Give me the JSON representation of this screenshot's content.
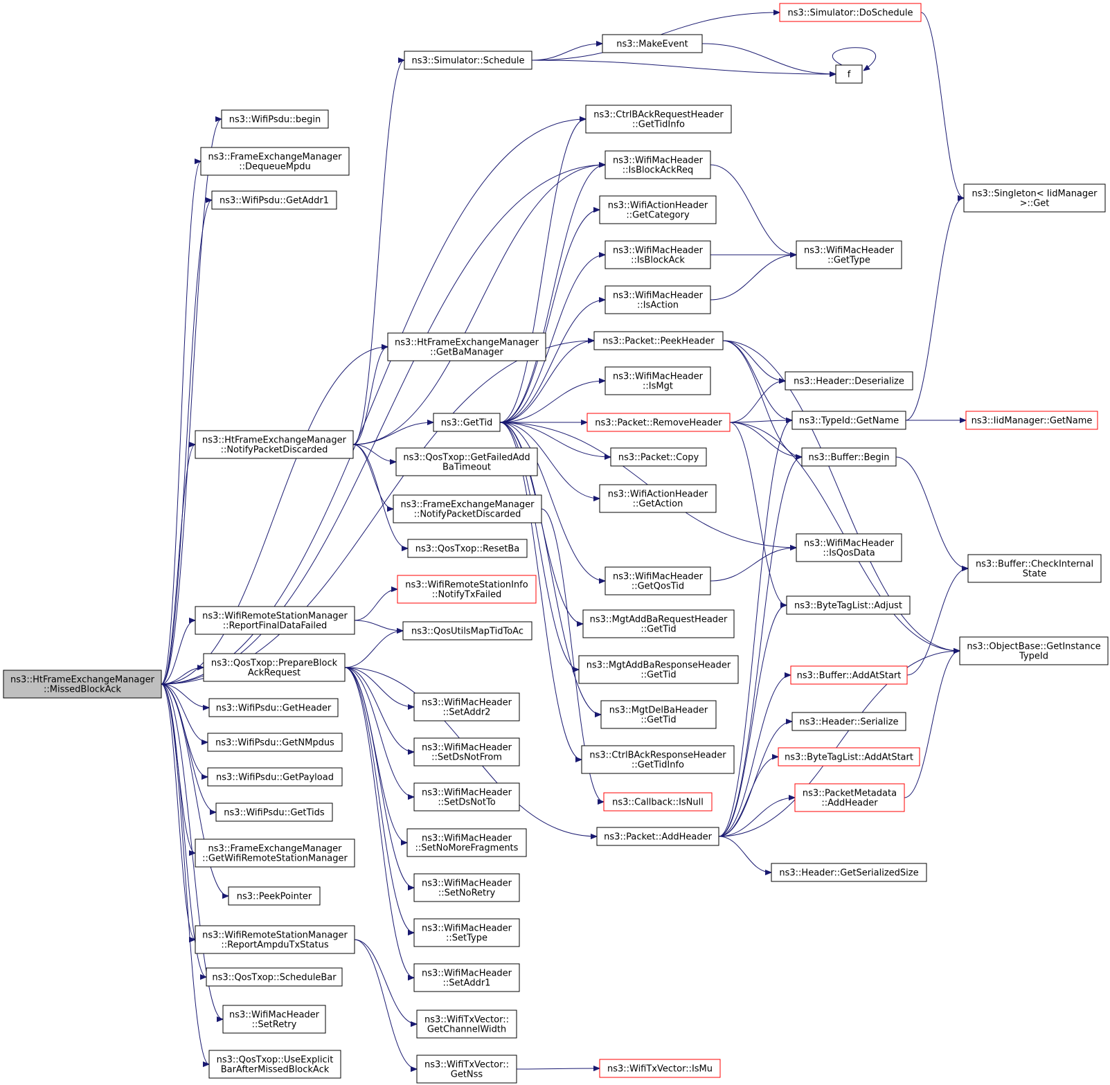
{
  "graph": {
    "root": "missed-block-ack",
    "colors": {
      "edge": "#191970",
      "normal_border": "#000000",
      "truncated_border": "#ff0000",
      "root_fill": "#bfbfbf",
      "node_fill": "#ffffff"
    },
    "nodes": [
      {
        "id": "missed-block-ack",
        "lines": [
          "ns3::HtFrameExchangeManager",
          "::MissedBlockAck"
        ],
        "style": "root"
      },
      {
        "id": "psdu-begin",
        "lines": [
          "ns3::WifiPsdu::begin"
        ],
        "style": "normal"
      },
      {
        "id": "fem-dequeue-mpdu",
        "lines": [
          "ns3::FrameExchangeManager",
          "::DequeueMpdu"
        ],
        "style": "normal"
      },
      {
        "id": "psdu-get-addr1",
        "lines": [
          "ns3::WifiPsdu::GetAddr1"
        ],
        "style": "normal"
      },
      {
        "id": "ctrl-bar-get-tid-info",
        "lines": [
          "ns3::CtrlBAckRequestHeader",
          "::GetTidInfo"
        ],
        "style": "normal"
      },
      {
        "id": "pkt-peek-header",
        "lines": [
          "ns3::Packet::PeekHeader"
        ],
        "style": "normal"
      },
      {
        "id": "htfem-get-ba-manager",
        "lines": [
          "ns3::HtFrameExchangeManager",
          "::GetBaManager"
        ],
        "style": "normal"
      },
      {
        "id": "htfem-notify-pkt-discarded",
        "lines": [
          "ns3::HtFrameExchangeManager",
          "::NotifyPacketDiscarded"
        ],
        "style": "normal"
      },
      {
        "id": "wrsm-report-final-data-failed",
        "lines": [
          "ns3::WifiRemoteStationManager",
          "::ReportFinalDataFailed"
        ],
        "style": "normal"
      },
      {
        "id": "qos-prepare-bar",
        "lines": [
          "ns3::QosTxop::PrepareBlock",
          "AckRequest"
        ],
        "style": "normal"
      },
      {
        "id": "psdu-get-header",
        "lines": [
          "ns3::WifiPsdu::GetHeader"
        ],
        "style": "normal"
      },
      {
        "id": "psdu-get-nmpdus",
        "lines": [
          "ns3::WifiPsdu::GetNMpdus"
        ],
        "style": "normal"
      },
      {
        "id": "psdu-get-payload",
        "lines": [
          "ns3::WifiPsdu::GetPayload"
        ],
        "style": "normal"
      },
      {
        "id": "psdu-get-tids",
        "lines": [
          "ns3::WifiPsdu::GetTids"
        ],
        "style": "normal"
      },
      {
        "id": "fem-get-wrsm",
        "lines": [
          "ns3::FrameExchangeManager",
          "::GetWifiRemoteStationManager"
        ],
        "style": "normal"
      },
      {
        "id": "peek-pointer",
        "lines": [
          "ns3::PeekPointer"
        ],
        "style": "normal"
      },
      {
        "id": "wrsm-report-ampdu-tx-status",
        "lines": [
          "ns3::WifiRemoteStationManager",
          "::ReportAmpduTxStatus"
        ],
        "style": "normal"
      },
      {
        "id": "qos-schedule-bar",
        "lines": [
          "ns3::QosTxop::ScheduleBar"
        ],
        "style": "normal"
      },
      {
        "id": "wmh-set-retry",
        "lines": [
          "ns3::WifiMacHeader",
          "::SetRetry"
        ],
        "style": "normal"
      },
      {
        "id": "qos-use-explicit-bar",
        "lines": [
          "ns3::QosTxop::UseExplicit",
          "BarAfterMissedBlockAck"
        ],
        "style": "normal"
      },
      {
        "id": "sim-schedule",
        "lines": [
          "ns3::Simulator::Schedule"
        ],
        "style": "normal"
      },
      {
        "id": "sim-do-schedule",
        "lines": [
          "ns3::Simulator::DoSchedule"
        ],
        "style": "truncated"
      },
      {
        "id": "make-event",
        "lines": [
          "ns3::MakeEvent"
        ],
        "style": "normal"
      },
      {
        "id": "f",
        "lines": [
          "f"
        ],
        "style": "normal"
      },
      {
        "id": "singleton-get",
        "lines": [
          "ns3::Singleton< IidManager",
          ">::Get"
        ],
        "style": "normal"
      },
      {
        "id": "wmh-is-block-ack-req",
        "lines": [
          "ns3::WifiMacHeader",
          "::IsBlockAckReq"
        ],
        "style": "normal"
      },
      {
        "id": "wah-get-category",
        "lines": [
          "ns3::WifiActionHeader",
          "::GetCategory"
        ],
        "style": "normal"
      },
      {
        "id": "wmh-is-block-ack",
        "lines": [
          "ns3::WifiMacHeader",
          "::IsBlockAck"
        ],
        "style": "normal"
      },
      {
        "id": "wmh-get-type",
        "lines": [
          "ns3::WifiMacHeader",
          "::GetType"
        ],
        "style": "normal"
      },
      {
        "id": "wmh-is-action",
        "lines": [
          "ns3::WifiMacHeader",
          "::IsAction"
        ],
        "style": "normal"
      },
      {
        "id": "wmh-is-mgt",
        "lines": [
          "ns3::WifiMacHeader",
          "::IsMgt"
        ],
        "style": "normal"
      },
      {
        "id": "header-deserialize",
        "lines": [
          "ns3::Header::Deserialize"
        ],
        "style": "normal"
      },
      {
        "id": "get-tid",
        "lines": [
          "ns3::GetTid"
        ],
        "style": "normal"
      },
      {
        "id": "pkt-remove-header",
        "lines": [
          "ns3::Packet::RemoveHeader"
        ],
        "style": "truncated"
      },
      {
        "id": "typeid-get-name",
        "lines": [
          "ns3::TypeId::GetName"
        ],
        "style": "normal"
      },
      {
        "id": "iid-get-name",
        "lines": [
          "ns3::IidManager::GetName"
        ],
        "style": "truncated"
      },
      {
        "id": "qos-get-failed-add-ba-timeout",
        "lines": [
          "ns3::QosTxop::GetFailedAdd",
          "BaTimeout"
        ],
        "style": "normal"
      },
      {
        "id": "pkt-copy",
        "lines": [
          "ns3::Packet::Copy"
        ],
        "style": "normal"
      },
      {
        "id": "buffer-begin",
        "lines": [
          "ns3::Buffer::Begin"
        ],
        "style": "normal"
      },
      {
        "id": "fem-notify-pkt-discarded",
        "lines": [
          "ns3::FrameExchangeManager",
          "::NotifyPacketDiscarded"
        ],
        "style": "normal"
      },
      {
        "id": "wah-get-action",
        "lines": [
          "ns3::WifiActionHeader",
          "::GetAction"
        ],
        "style": "normal"
      },
      {
        "id": "qos-reset-ba",
        "lines": [
          "ns3::QosTxop::ResetBa"
        ],
        "style": "normal"
      },
      {
        "id": "wmh-is-qos-data",
        "lines": [
          "ns3::WifiMacHeader",
          "::IsQosData"
        ],
        "style": "normal"
      },
      {
        "id": "buffer-check-internal-state",
        "lines": [
          "ns3::Buffer::CheckInternal",
          "State"
        ],
        "style": "normal"
      },
      {
        "id": "wmh-get-qos-tid",
        "lines": [
          "ns3::WifiMacHeader",
          "::GetQosTid"
        ],
        "style": "normal"
      },
      {
        "id": "wrsi-notify-tx-failed",
        "lines": [
          "ns3::WifiRemoteStationInfo",
          "::NotifyTxFailed"
        ],
        "style": "truncated"
      },
      {
        "id": "bytetaglist-adjust",
        "lines": [
          "ns3::ByteTagList::Adjust"
        ],
        "style": "normal"
      },
      {
        "id": "mgt-addba-req-get-tid",
        "lines": [
          "ns3::MgtAddBaRequestHeader",
          "::GetTid"
        ],
        "style": "normal"
      },
      {
        "id": "qos-utils-map-tid-to-ac",
        "lines": [
          "ns3::QosUtilsMapTidToAc"
        ],
        "style": "normal"
      },
      {
        "id": "objectbase-get-instance-typeid",
        "lines": [
          "ns3::ObjectBase::GetInstance",
          "TypeId"
        ],
        "style": "normal"
      },
      {
        "id": "mgt-addba-resp-get-tid",
        "lines": [
          "ns3::MgtAddBaResponseHeader",
          "::GetTid"
        ],
        "style": "normal"
      },
      {
        "id": "buffer-add-at-start",
        "lines": [
          "ns3::Buffer::AddAtStart"
        ],
        "style": "truncated"
      },
      {
        "id": "wmh-set-addr2",
        "lines": [
          "ns3::WifiMacHeader",
          "::SetAddr2"
        ],
        "style": "normal"
      },
      {
        "id": "mgt-delba-get-tid",
        "lines": [
          "ns3::MgtDelBaHeader",
          "::GetTid"
        ],
        "style": "normal"
      },
      {
        "id": "header-serialize",
        "lines": [
          "ns3::Header::Serialize"
        ],
        "style": "normal"
      },
      {
        "id": "wmh-set-ds-not-from",
        "lines": [
          "ns3::WifiMacHeader",
          "::SetDsNotFrom"
        ],
        "style": "normal"
      },
      {
        "id": "ctrl-ba-resp-get-tid-info",
        "lines": [
          "ns3::CtrlBAckResponseHeader",
          "::GetTidInfo"
        ],
        "style": "normal"
      },
      {
        "id": "bytetaglist-add-at-start",
        "lines": [
          "ns3::ByteTagList::AddAtStart"
        ],
        "style": "truncated"
      },
      {
        "id": "wmh-set-ds-not-to",
        "lines": [
          "ns3::WifiMacHeader",
          "::SetDsNotTo"
        ],
        "style": "normal"
      },
      {
        "id": "callback-is-null",
        "lines": [
          "ns3::Callback::IsNull"
        ],
        "style": "truncated"
      },
      {
        "id": "pkt-metadata-add-header",
        "lines": [
          "ns3::PacketMetadata",
          "::AddHeader"
        ],
        "style": "truncated"
      },
      {
        "id": "pkt-add-header",
        "lines": [
          "ns3::Packet::AddHeader"
        ],
        "style": "normal"
      },
      {
        "id": "wmh-set-no-more-fragments",
        "lines": [
          "ns3::WifiMacHeader",
          "::SetNoMoreFragments"
        ],
        "style": "normal"
      },
      {
        "id": "header-get-serialized-size",
        "lines": [
          "ns3::Header::GetSerializedSize"
        ],
        "style": "normal"
      },
      {
        "id": "wmh-set-no-retry",
        "lines": [
          "ns3::WifiMacHeader",
          "::SetNoRetry"
        ],
        "style": "normal"
      },
      {
        "id": "wmh-set-type",
        "lines": [
          "ns3::WifiMacHeader",
          "::SetType"
        ],
        "style": "normal"
      },
      {
        "id": "wmh-set-addr1",
        "lines": [
          "ns3::WifiMacHeader",
          "::SetAddr1"
        ],
        "style": "normal"
      },
      {
        "id": "txv-get-channel-width",
        "lines": [
          "ns3::WifiTxVector::",
          "GetChannelWidth"
        ],
        "style": "normal"
      },
      {
        "id": "txv-get-nss",
        "lines": [
          "ns3::WifiTxVector::",
          "GetNss"
        ],
        "style": "normal"
      },
      {
        "id": "txv-is-mu",
        "lines": [
          "ns3::WifiTxVector::IsMu"
        ],
        "style": "truncated"
      }
    ],
    "edges": [
      [
        "missed-block-ack",
        "psdu-begin"
      ],
      [
        "missed-block-ack",
        "fem-dequeue-mpdu"
      ],
      [
        "missed-block-ack",
        "psdu-get-addr1"
      ],
      [
        "missed-block-ack",
        "ctrl-bar-get-tid-info"
      ],
      [
        "missed-block-ack",
        "wmh-is-block-ack-req"
      ],
      [
        "missed-block-ack",
        "pkt-peek-header"
      ],
      [
        "missed-block-ack",
        "htfem-get-ba-manager"
      ],
      [
        "missed-block-ack",
        "htfem-notify-pkt-discarded"
      ],
      [
        "missed-block-ack",
        "wrsm-report-final-data-failed"
      ],
      [
        "missed-block-ack",
        "qos-prepare-bar"
      ],
      [
        "missed-block-ack",
        "psdu-get-header"
      ],
      [
        "missed-block-ack",
        "psdu-get-nmpdus"
      ],
      [
        "missed-block-ack",
        "psdu-get-payload"
      ],
      [
        "missed-block-ack",
        "psdu-get-tids"
      ],
      [
        "missed-block-ack",
        "fem-get-wrsm"
      ],
      [
        "missed-block-ack",
        "peek-pointer"
      ],
      [
        "missed-block-ack",
        "wrsm-report-ampdu-tx-status"
      ],
      [
        "missed-block-ack",
        "qos-schedule-bar"
      ],
      [
        "missed-block-ack",
        "wmh-set-retry"
      ],
      [
        "missed-block-ack",
        "qos-use-explicit-bar"
      ],
      [
        "htfem-notify-pkt-discarded",
        "sim-schedule"
      ],
      [
        "htfem-notify-pkt-discarded",
        "htfem-get-ba-manager"
      ],
      [
        "htfem-notify-pkt-discarded",
        "wmh-is-block-ack-req"
      ],
      [
        "htfem-notify-pkt-discarded",
        "get-tid"
      ],
      [
        "htfem-notify-pkt-discarded",
        "qos-get-failed-add-ba-timeout"
      ],
      [
        "htfem-notify-pkt-discarded",
        "fem-notify-pkt-discarded"
      ],
      [
        "htfem-notify-pkt-discarded",
        "qos-reset-ba"
      ],
      [
        "sim-schedule",
        "sim-do-schedule"
      ],
      [
        "sim-schedule",
        "make-event"
      ],
      [
        "sim-schedule",
        "f"
      ],
      [
        "make-event",
        "f"
      ],
      [
        "f",
        "f"
      ],
      [
        "sim-do-schedule",
        "singleton-get"
      ],
      [
        "get-tid",
        "ctrl-bar-get-tid-info"
      ],
      [
        "get-tid",
        "wmh-is-block-ack-req"
      ],
      [
        "get-tid",
        "wah-get-category"
      ],
      [
        "get-tid",
        "wmh-is-block-ack"
      ],
      [
        "get-tid",
        "wmh-is-action"
      ],
      [
        "get-tid",
        "pkt-peek-header"
      ],
      [
        "get-tid",
        "wmh-is-mgt"
      ],
      [
        "get-tid",
        "pkt-remove-header"
      ],
      [
        "get-tid",
        "pkt-copy"
      ],
      [
        "get-tid",
        "wah-get-action"
      ],
      [
        "get-tid",
        "wmh-is-qos-data"
      ],
      [
        "get-tid",
        "wmh-get-qos-tid"
      ],
      [
        "get-tid",
        "mgt-addba-req-get-tid"
      ],
      [
        "get-tid",
        "mgt-addba-resp-get-tid"
      ],
      [
        "get-tid",
        "mgt-delba-get-tid"
      ],
      [
        "get-tid",
        "ctrl-ba-resp-get-tid-info"
      ],
      [
        "wmh-is-block-ack-req",
        "wmh-get-type"
      ],
      [
        "wmh-is-block-ack",
        "wmh-get-type"
      ],
      [
        "wmh-is-action",
        "wmh-get-type"
      ],
      [
        "pkt-peek-header",
        "header-deserialize"
      ],
      [
        "pkt-peek-header",
        "typeid-get-name"
      ],
      [
        "pkt-peek-header",
        "buffer-begin"
      ],
      [
        "pkt-peek-header",
        "objectbase-get-instance-typeid"
      ],
      [
        "pkt-remove-header",
        "header-deserialize"
      ],
      [
        "pkt-remove-header",
        "typeid-get-name"
      ],
      [
        "pkt-remove-header",
        "buffer-begin"
      ],
      [
        "pkt-remove-header",
        "bytetaglist-adjust"
      ],
      [
        "pkt-remove-header",
        "objectbase-get-instance-typeid"
      ],
      [
        "typeid-get-name",
        "iid-get-name"
      ],
      [
        "typeid-get-name",
        "singleton-get"
      ],
      [
        "buffer-begin",
        "buffer-check-internal-state"
      ],
      [
        "wmh-get-qos-tid",
        "wmh-is-qos-data"
      ],
      [
        "wrsm-report-final-data-failed",
        "wrsi-notify-tx-failed"
      ],
      [
        "wrsm-report-final-data-failed",
        "qos-utils-map-tid-to-ac"
      ],
      [
        "qos-prepare-bar",
        "qos-utils-map-tid-to-ac"
      ],
      [
        "qos-prepare-bar",
        "wmh-set-addr2"
      ],
      [
        "qos-prepare-bar",
        "wmh-set-ds-not-from"
      ],
      [
        "qos-prepare-bar",
        "wmh-set-ds-not-to"
      ],
      [
        "qos-prepare-bar",
        "wmh-set-no-more-fragments"
      ],
      [
        "qos-prepare-bar",
        "wmh-set-no-retry"
      ],
      [
        "qos-prepare-bar",
        "wmh-set-type"
      ],
      [
        "qos-prepare-bar",
        "wmh-set-addr1"
      ],
      [
        "qos-prepare-bar",
        "pkt-add-header"
      ],
      [
        "fem-notify-pkt-discarded",
        "callback-is-null"
      ],
      [
        "pkt-add-header",
        "typeid-get-name"
      ],
      [
        "pkt-add-header",
        "buffer-begin"
      ],
      [
        "pkt-add-header",
        "bytetaglist-adjust"
      ],
      [
        "pkt-add-header",
        "buffer-add-at-start"
      ],
      [
        "pkt-add-header",
        "header-serialize"
      ],
      [
        "pkt-add-header",
        "bytetaglist-add-at-start"
      ],
      [
        "pkt-add-header",
        "pkt-metadata-add-header"
      ],
      [
        "pkt-add-header",
        "header-get-serialized-size"
      ],
      [
        "pkt-add-header",
        "objectbase-get-instance-typeid"
      ],
      [
        "buffer-add-at-start",
        "buffer-check-internal-state"
      ],
      [
        "pkt-metadata-add-header",
        "objectbase-get-instance-typeid"
      ],
      [
        "wrsm-report-ampdu-tx-status",
        "txv-get-channel-width"
      ],
      [
        "wrsm-report-ampdu-tx-status",
        "txv-get-nss"
      ],
      [
        "txv-get-nss",
        "txv-is-mu"
      ]
    ]
  }
}
